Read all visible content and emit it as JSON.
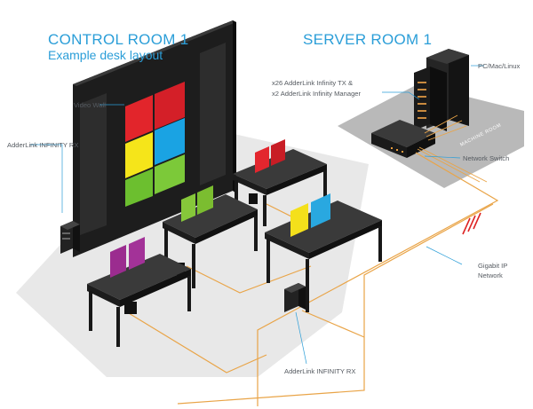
{
  "control_room": {
    "title": "CONTROL ROOM 1",
    "subtitle": "Example desk layout"
  },
  "server_room": {
    "title": "SERVER ROOM 1",
    "machine_room_label": "MACHINE ROOM"
  },
  "labels": {
    "video_wall": "Video Wall",
    "adderlink_rx_left": "AdderLink INFINITY RX",
    "adderlink_rx_bottom": "AdderLink INFINITY RX",
    "pc_mac_linux": "PC/Mac/Linux",
    "tx_manager_line1": "x26 AdderLink Infinity TX &",
    "tx_manager_line2": "x2 AdderLink Infinity Manager",
    "network_switch": "Network Switch",
    "gigabit_line1": "Gigabit IP",
    "gigabit_line2": "Network"
  },
  "colors": {
    "accent": "#2b9ed8",
    "cable": "#e9a447",
    "wall_red": "#e2252b",
    "wall_blue": "#1aa3e3",
    "wall_yellow": "#f5e51a",
    "wall_green": "#6cbf2f",
    "monitor_red": "#e3262e",
    "monitor_green": "#86c73a",
    "monitor_purple": "#9b2c8f",
    "monitor_yellow": "#f4e01b",
    "monitor_blue": "#29a8e0",
    "floor": "#e6e6e6",
    "machine_room_floor": "#b9b9b9"
  }
}
